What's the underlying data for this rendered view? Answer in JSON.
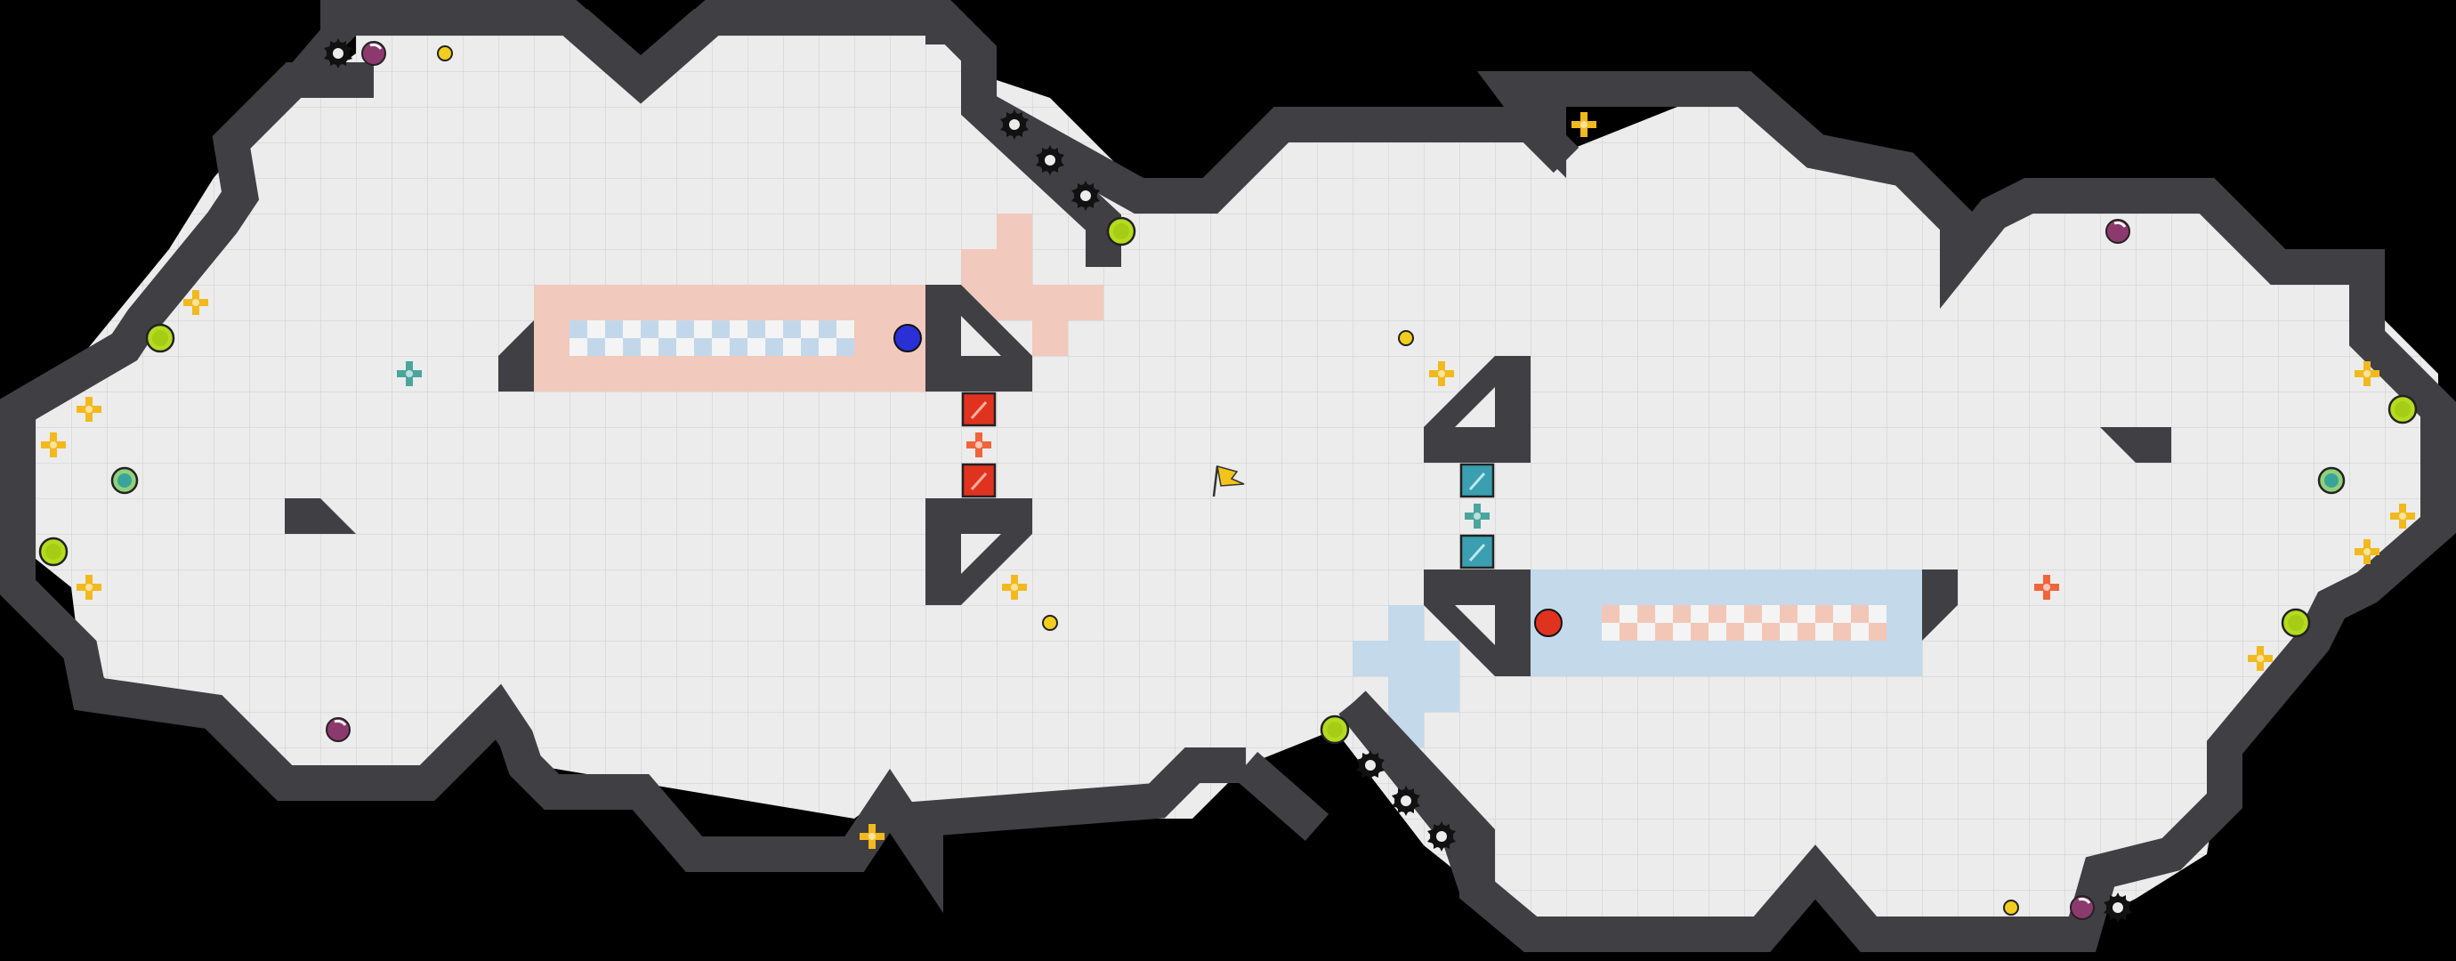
{
  "palette": {
    "void": "#000000",
    "floor": "#ececec",
    "grid": "#d6d6d6",
    "wall": "#3f3f44",
    "wall_edge": "#bfbfbf",
    "red_team": "#e0331f",
    "blue_team": "#2a2fd6",
    "red_zone": "#f2c7b8",
    "blue_zone": "#c2d8ea",
    "teal": "#3aa39a",
    "powerup": "#f2b91f",
    "boost": "#b4dc1e",
    "bomb": "#8c3a6e",
    "spike": "#111111",
    "flag": "#f2c41a"
  },
  "entities": {
    "flag": {
      "name": "neutral-flag",
      "icon": "flag-icon"
    },
    "red_ball": {
      "name": "red-player-ball",
      "team": "red"
    },
    "blue_ball": {
      "name": "blue-player-ball",
      "team": "blue"
    },
    "red_gate": {
      "name": "red-gate",
      "icon": "gate-icon"
    },
    "blue_gate": {
      "name": "blue-gate",
      "icon": "gate-icon"
    }
  },
  "icon_legend": {
    "spike": "spike-icon",
    "bomb": "bomb-icon",
    "boost": "boost-icon",
    "powerup": "powerup-icon",
    "small_powerup": "small-powerup-icon",
    "portal": "portal-icon",
    "team_plus": "team-plus-icon"
  }
}
